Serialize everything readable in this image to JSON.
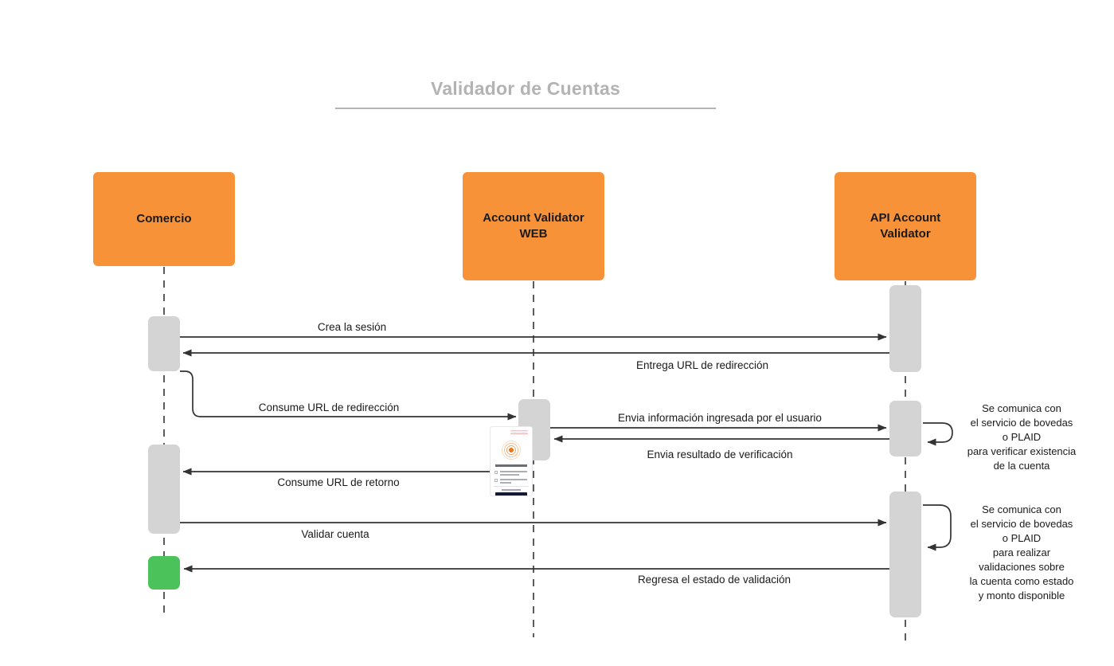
{
  "title": "Validador de Cuentas",
  "participants": [
    {
      "id": "comercio",
      "label": "Comercio",
      "color": "#F79239"
    },
    {
      "id": "account-validator-web",
      "label": "Account Validator\nWEB",
      "color": "#F79239"
    },
    {
      "id": "api-account-validator",
      "label": "API Account\nValidator",
      "color": "#F79239"
    }
  ],
  "messages": [
    {
      "id": "crea-la-sesion",
      "label": "Crea la sesión",
      "from": "comercio",
      "to": "api-account-validator",
      "direction": "right"
    },
    {
      "id": "entrega-url-de-redireccion",
      "label": "Entrega URL de redirección",
      "from": "api-account-validator",
      "to": "comercio",
      "direction": "left"
    },
    {
      "id": "consume-url-de-redireccion",
      "label": "Consume URL de redirección",
      "from": "comercio",
      "to": "account-validator-web",
      "direction": "right"
    },
    {
      "id": "envia-informacion-ingresada",
      "label": "Envia información ingresada por el usuario",
      "from": "account-validator-web",
      "to": "api-account-validator",
      "direction": "right"
    },
    {
      "id": "envia-resultado-de-verificacion",
      "label": "Envia resultado de verificación",
      "from": "api-account-validator",
      "to": "account-validator-web",
      "direction": "left"
    },
    {
      "id": "consume-url-de-retorno",
      "label": "Consume URL de retorno",
      "from": "account-validator-web",
      "to": "comercio",
      "direction": "left"
    },
    {
      "id": "validar-cuenta",
      "label": "Validar cuenta",
      "from": "comercio",
      "to": "api-account-validator",
      "direction": "right"
    },
    {
      "id": "regresa-el-estado-de-validacion",
      "label": "Regresa el estado de validación",
      "from": "api-account-validator",
      "to": "comercio",
      "direction": "left"
    }
  ],
  "notes": [
    {
      "id": "note-verificar-existencia",
      "text": "Se comunica con\nel servicio de bovedas\no PLAID\npara verificar existencia\nde la cuenta",
      "attached_to": "api-account-validator"
    },
    {
      "id": "note-realizar-validaciones",
      "text": "Se comunica con\nel servicio de bovedas\no PLAID\npara realizar\nvalidaciones sobre\nla cuenta como estado\ny monto disponible",
      "attached_to": "api-account-validator"
    }
  ],
  "activations": [
    {
      "id": "act-comercio-1",
      "participant": "comercio",
      "state": "active"
    },
    {
      "id": "act-comercio-2",
      "participant": "comercio",
      "state": "active"
    },
    {
      "id": "act-comercio-3",
      "participant": "comercio",
      "state": "success"
    },
    {
      "id": "act-web-1",
      "participant": "account-validator-web",
      "state": "active"
    },
    {
      "id": "act-api-1",
      "participant": "api-account-validator",
      "state": "active"
    },
    {
      "id": "act-api-2",
      "participant": "api-account-validator",
      "state": "active"
    },
    {
      "id": "act-api-3",
      "participant": "api-account-validator",
      "state": "active"
    }
  ],
  "colors": {
    "participant_fill": "#F79239",
    "activation_fill": "#D4D4D4",
    "activation_success_fill": "#4CC35A",
    "line": "#333333",
    "title": "#b3b3b3",
    "text": "#1a1a1a"
  }
}
